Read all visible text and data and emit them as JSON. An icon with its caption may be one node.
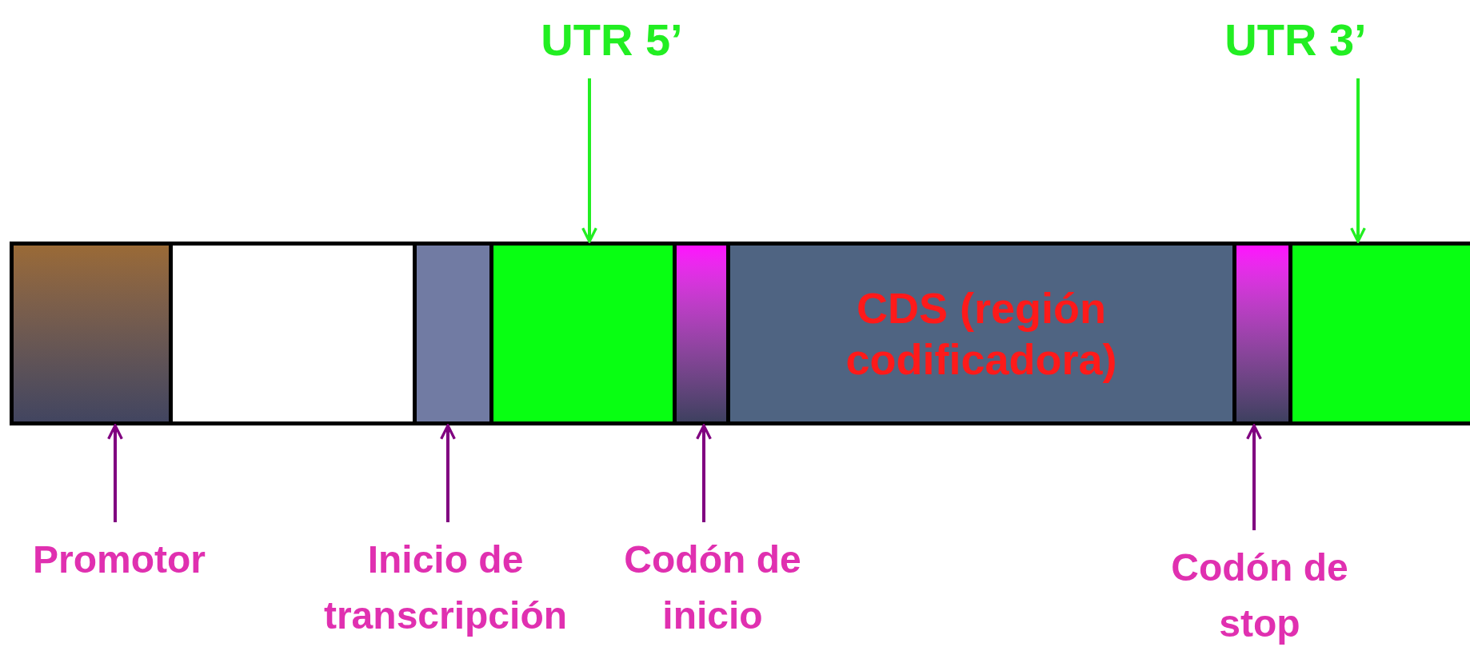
{
  "diagram": {
    "nodes": [
      {
        "text": [],
        "shape": "box"
      },
      {
        "text": [],
        "shape": "box"
      },
      {
        "text": [],
        "shape": "box"
      },
      {
        "text": [],
        "shape": "box"
      },
      {
        "text": [],
        "shape": "box"
      },
      {
        "text": [
          "CDS (región codificadora)"
        ]
      },
      {
        "text": [],
        "shape": "box"
      },
      {
        "text": [],
        "shape": "box"
      },
      {
        "text": [
          "UTR 5’"
        ]
      },
      {
        "text": [
          "UTR 3’"
        ]
      },
      {
        "text": [
          "Promotor"
        ]
      },
      {
        "text": [
          "Inicio de transcripción"
        ]
      },
      {
        "text": [
          "Codón de inicio"
        ]
      },
      {
        "text": [
          "Codón de stop"
        ]
      }
    ],
    "edges": [
      {
        "from": 8,
        "to": 3,
        "arrow": "to",
        "color": "#22ee22"
      },
      {
        "from": 9,
        "to": 7,
        "arrow": "to",
        "color": "#22ee22"
      },
      {
        "from": 10,
        "to": 0,
        "arrow": "to",
        "color": "#800080"
      },
      {
        "from": 11,
        "to": 2,
        "arrow": "to",
        "color": "#800080"
      },
      {
        "from": 12,
        "to": 4,
        "arrow": "to",
        "color": "#800080"
      },
      {
        "from": 13,
        "to": 6,
        "arrow": "to",
        "color": "#800080"
      }
    ]
  }
}
